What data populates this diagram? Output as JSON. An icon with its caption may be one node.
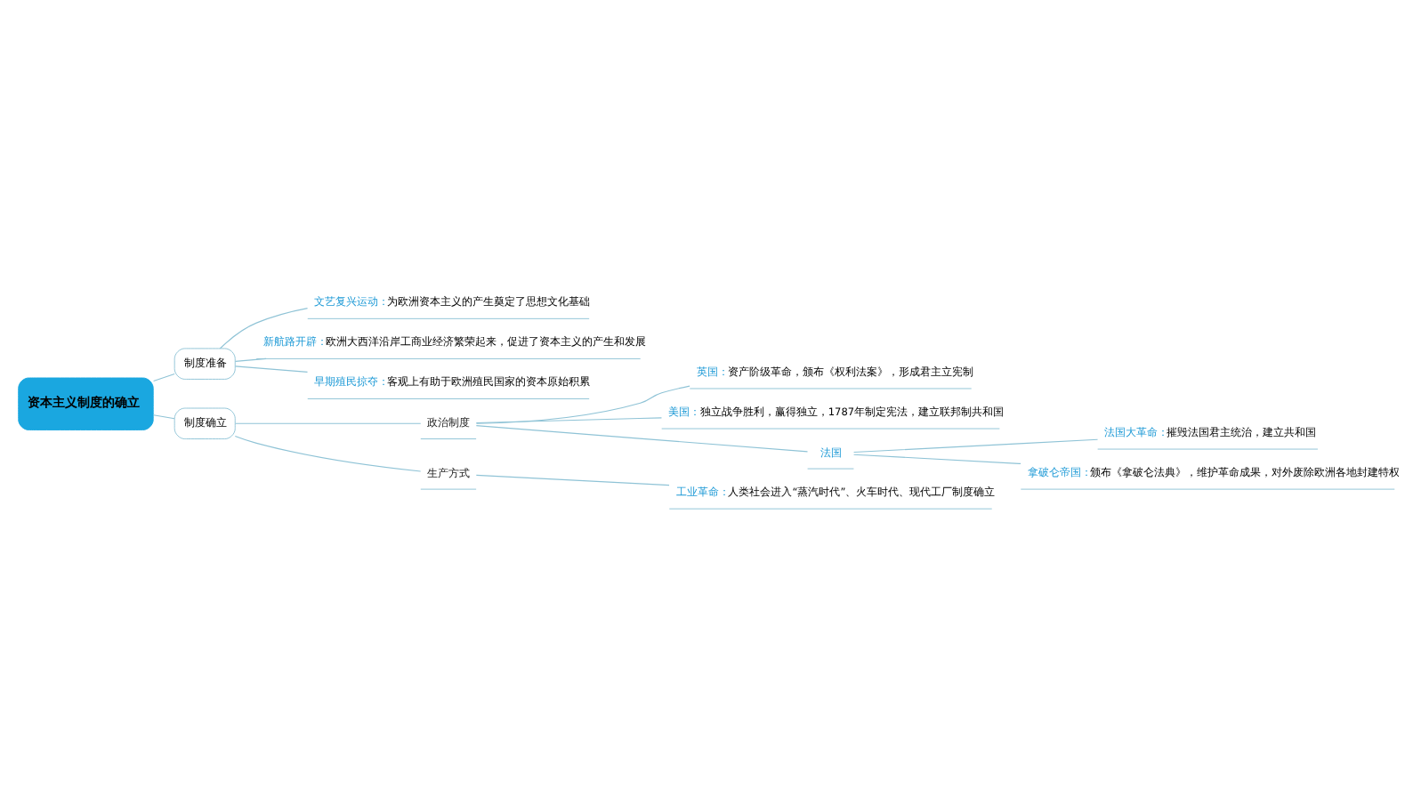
{
  "diagram": {
    "nodes": [
      {
        "text": [
          "资本主义制度的确立"
        ]
      },
      {
        "text": [
          "制度准备"
        ]
      },
      {
        "text": [
          "文艺复兴运动：",
          "为欧洲资本主义的产生奠定了思想文化基础"
        ]
      },
      {
        "text": [
          "新航路开辟：",
          "欧洲大西洋沿岸工商业经济繁荣起来，促进了资本主义的产生和发展"
        ]
      },
      {
        "text": [
          "早期殖民掠夺：",
          "客观上有助于欧洲殖民国家的资本原始积累"
        ]
      },
      {
        "text": [
          "制度确立"
        ]
      },
      {
        "text": [
          "政治制度"
        ]
      },
      {
        "text": [
          "英国：",
          "资产阶级革命，颁布《权利法案》，形成君主立宪制"
        ]
      },
      {
        "text": [
          "美国：",
          "独立战争胜利，赢得独立，1787年制定宪法，建立联邦制共和国"
        ]
      },
      {
        "text": [
          "法国"
        ]
      },
      {
        "text": [
          "法国大革命：",
          "摧毁法国君主统治，建立共和国"
        ]
      },
      {
        "text": [
          "拿破仑帝国：",
          "颁布《拿破仑法典》，维护革命成果，对外废除欧洲各地封建特权"
        ]
      },
      {
        "text": [
          "生产方式"
        ]
      },
      {
        "text": [
          "工业革命：",
          "人类社会进入“蒸汽时代”、火车时代、现代工厂制度确立"
        ]
      }
    ],
    "edges": [
      {
        "from": 0,
        "to": 1,
        "arrow": "none"
      },
      {
        "from": 1,
        "to": 2,
        "arrow": "none"
      },
      {
        "from": 1,
        "to": 3,
        "arrow": "none"
      },
      {
        "from": 1,
        "to": 4,
        "arrow": "none"
      },
      {
        "from": 0,
        "to": 5,
        "arrow": "none"
      },
      {
        "from": 5,
        "to": 6,
        "arrow": "none"
      },
      {
        "from": 6,
        "to": 7,
        "arrow": "none"
      },
      {
        "from": 6,
        "to": 8,
        "arrow": "none"
      },
      {
        "from": 6,
        "to": 9,
        "arrow": "none"
      },
      {
        "from": 9,
        "to": 10,
        "arrow": "none"
      },
      {
        "from": 9,
        "to": 11,
        "arrow": "none"
      },
      {
        "from": 5,
        "to": 12,
        "arrow": "none"
      },
      {
        "from": 12,
        "to": 13,
        "arrow": "none"
      }
    ]
  }
}
